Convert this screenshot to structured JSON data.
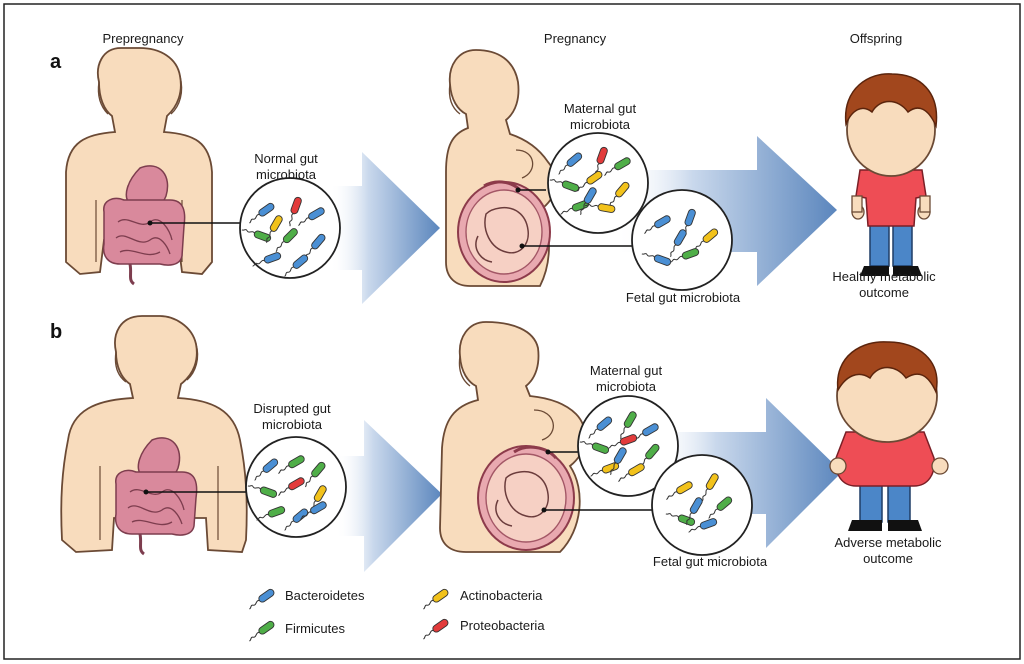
{
  "headers": {
    "prepregnancy": "Prepregnancy",
    "pregnancy": "Pregnancy",
    "offspring": "Offspring"
  },
  "panel_a": {
    "letter": "a",
    "gut_label_line1": "Normal gut",
    "gut_label_line2": "microbiota",
    "maternal_line1": "Maternal gut",
    "maternal_line2": "microbiota",
    "fetal_label": "Fetal gut microbiota",
    "outcome_line1": "Healthy metabolic",
    "outcome_line2": "outcome"
  },
  "panel_b": {
    "letter": "b",
    "gut_label_line1": "Disrupted gut",
    "gut_label_line2": "microbiota",
    "maternal_line1": "Maternal gut",
    "maternal_line2": "microbiota",
    "fetal_label": "Fetal gut microbiota",
    "outcome_line1": "Adverse metabolic",
    "outcome_line2": "outcome"
  },
  "legend": {
    "items": [
      {
        "label": "Bacteroidetes",
        "color": "#4a8fd4"
      },
      {
        "label": "Firmicutes",
        "color": "#4fae48"
      },
      {
        "label": "Actinobacteria",
        "color": "#f2c21b"
      },
      {
        "label": "Proteobacteria",
        "color": "#e23b3b"
      }
    ]
  },
  "colors": {
    "skin": "#f8dcbd",
    "skin_stroke": "#6b4a35",
    "intestine": "#d9899c",
    "arrow": "#6c95c6",
    "shirt": "#ee4d55",
    "pants": "#4b86c8",
    "hair": "#a2471d"
  }
}
